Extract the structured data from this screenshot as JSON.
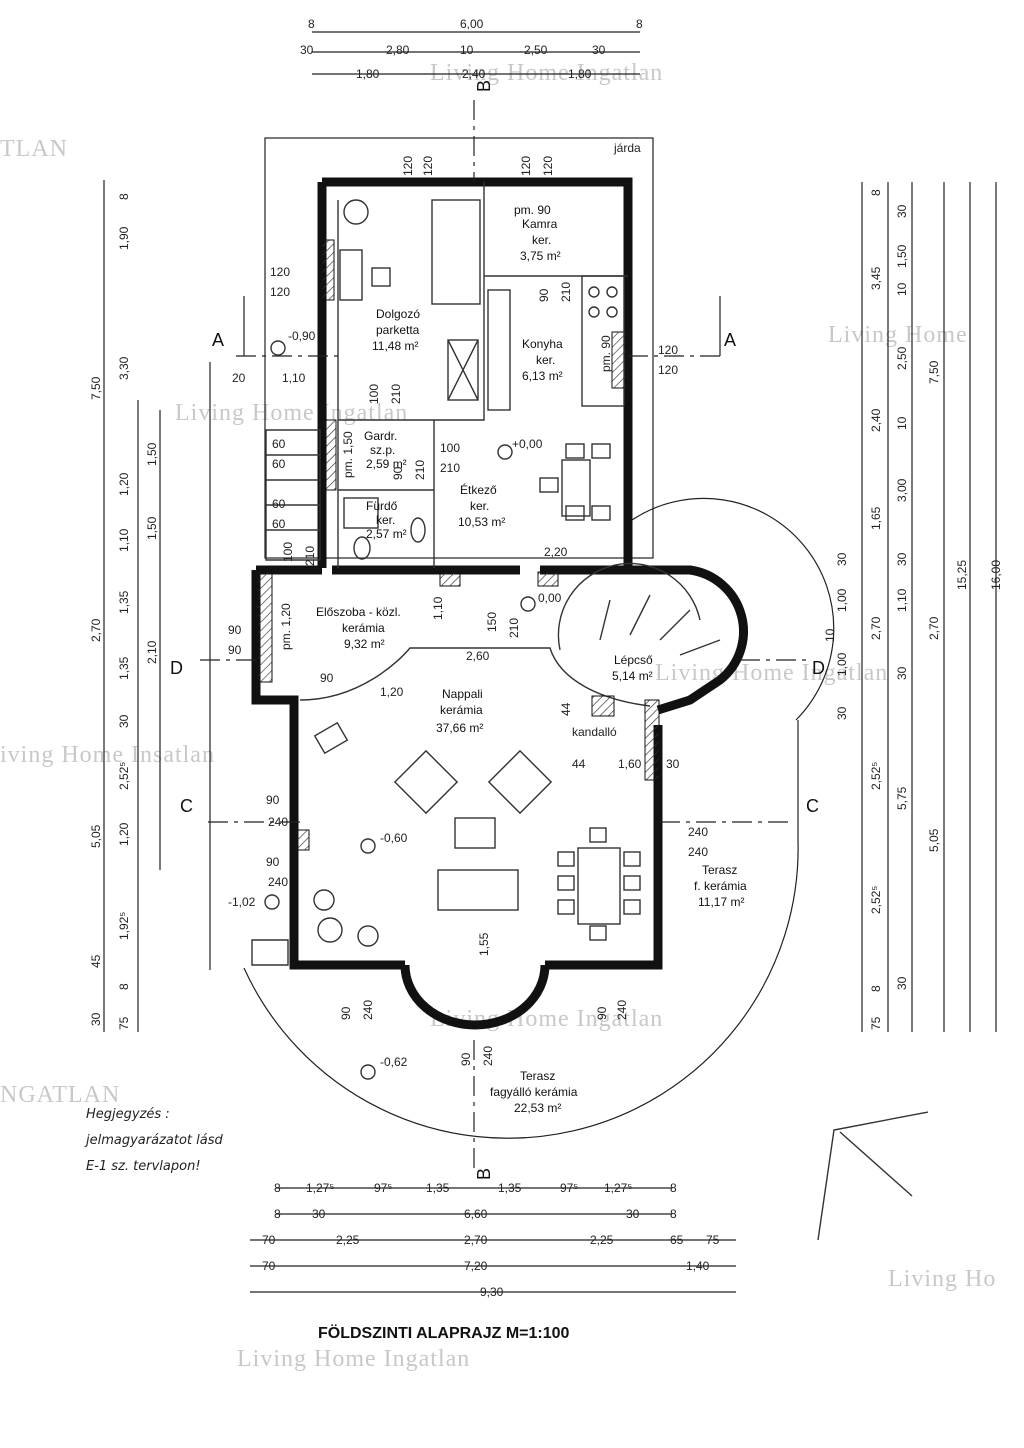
{
  "title": "FÖLDSZINTI ALAPRAJZ   M=1:100",
  "watermark": "Living Home Ingatlan",
  "watermark_parts": [
    "Living Home Ingatlan",
    "TLAN",
    "Living Home",
    "iving Home Insatlan",
    "NGATLAN",
    "Living Ho"
  ],
  "note": [
    "Hegjegyzés :",
    "jelmagyarázatot lásd",
    "E-1 sz. tervlapon!"
  ],
  "section_labels": [
    "A",
    "A",
    "B",
    "B",
    "C",
    "C",
    "D",
    "D"
  ],
  "levels": [
    "-0,90",
    "+0,00",
    "0,00",
    "-0,60",
    "-1,02",
    "-0,62"
  ],
  "misc_labels": [
    "járda",
    "kandalló"
  ],
  "rooms": [
    {
      "name": "Kamra",
      "floor": "ker.",
      "area": "3,75 m²",
      "extra": "pm. 90"
    },
    {
      "name": "Dolgozó",
      "floor": "parketta",
      "area": "11,48 m²",
      "extra": ""
    },
    {
      "name": "Konyha",
      "floor": "ker.",
      "area": "6,13 m²",
      "extra": ""
    },
    {
      "name": "Gardr.",
      "floor": "sz.p.",
      "area": "2,59 m²",
      "extra": ""
    },
    {
      "name": "Étkező",
      "floor": "ker.",
      "area": "10,53 m²",
      "extra": ""
    },
    {
      "name": "Fürdő",
      "floor": "ker.",
      "area": "2,57 m²",
      "extra": ""
    },
    {
      "name": "Előszoba - közl.",
      "floor": "kerámia",
      "area": "9,32 m²",
      "extra": ""
    },
    {
      "name": "Lépcső",
      "floor": "",
      "area": "5,14 m²",
      "extra": ""
    },
    {
      "name": "Nappali",
      "floor": "kerámia",
      "area": "37,66 m²",
      "extra": ""
    },
    {
      "name": "Terasz",
      "floor": "f. kerámia",
      "area": "11,17 m²",
      "extra": ""
    },
    {
      "name": "Terasz",
      "floor": "fagyálló kerámia",
      "area": "22,53 m²",
      "extra": ""
    }
  ],
  "dims_top": {
    "row1": [
      "8",
      "6,00",
      "8"
    ],
    "row2": [
      "30",
      "2,80",
      "10",
      "2,50",
      "30"
    ],
    "row3": [
      "1,80",
      "2,40",
      "1,80"
    ]
  },
  "dims_bottom": {
    "row1": [
      "8",
      "1,27⁵",
      "97⁵",
      "1,35",
      "1,35",
      "97⁵",
      "1,27⁵",
      "8"
    ],
    "row2": [
      "8",
      "30",
      "6,60",
      "30",
      "8"
    ],
    "row3": [
      "70",
      "2,25",
      "2,70",
      "2,25",
      "65",
      "75"
    ],
    "row4": [
      "70",
      "7,20",
      "1,40"
    ],
    "row5": [
      "9,30"
    ]
  },
  "dims_left": {
    "outer": [
      "8",
      "1,90",
      "7,50",
      "3,30",
      "2,70",
      "5,05",
      "1,92⁵",
      "45",
      "8",
      "30",
      "75"
    ],
    "inner": [
      "1,50",
      "1,20",
      "1,10",
      "1,50",
      "1,35",
      "2,10",
      "1,35",
      "30",
      "1,20",
      "2,52⁵"
    ]
  },
  "dims_right": {
    "col1": [
      "8",
      "3,45",
      "2,40",
      "1,65",
      "30",
      "1,00",
      "10",
      "1,00",
      "30",
      "2,52⁵",
      "2,52⁵",
      "8",
      "75"
    ],
    "col2": [
      "30",
      "1,50",
      "10",
      "2,50",
      "10",
      "3,00",
      "30",
      "1,10",
      "2,70",
      "30",
      "5,75",
      "30"
    ],
    "col3": [
      "7,50",
      "2,70",
      "5,05"
    ],
    "col4": [
      "15,25"
    ],
    "col5": [
      "16,00"
    ]
  },
  "openings": [
    "120",
    "120",
    "120",
    "120",
    "120",
    "120",
    "120",
    "120",
    "90",
    "210",
    "100",
    "210",
    "100",
    "210",
    "90",
    "210",
    "pm. 90",
    "pm. 1,50",
    "pm. 1,20",
    "60",
    "60",
    "60",
    "60",
    "100",
    "210",
    "150",
    "210",
    "2,20",
    "2,60",
    "1,10",
    "1,20",
    "90",
    "90",
    "90",
    "90",
    "240",
    "90",
    "240",
    "240",
    "240",
    "44",
    "1,60",
    "30",
    "44",
    "90",
    "240",
    "90",
    "240",
    "90",
    "240",
    "1,55",
    "20",
    "1,10"
  ]
}
